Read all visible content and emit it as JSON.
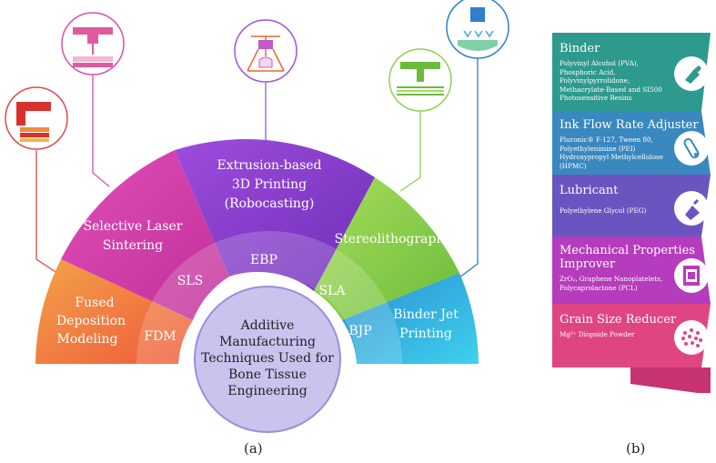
{
  "panel_a": {
    "label": "(a)",
    "center": [
      "Additive",
      "Manufacturing",
      "Techniques Used for",
      "Bone Tissue",
      "Engineering"
    ],
    "outer": {
      "fdm": [
        "Fused",
        "Deposition",
        "Modeling"
      ],
      "sls": [
        "Selective Laser",
        "Sintering"
      ],
      "ebp": [
        "Extrusion-based",
        "3D Printing",
        "(Robocasting)"
      ],
      "sla": [
        "Stereolithography"
      ],
      "bjp": [
        "Binder Jet",
        "Printing"
      ]
    },
    "inner": {
      "fdm": "FDM",
      "sls": "SLS",
      "ebp": "EBP",
      "sla": "SLA",
      "bjp": "BJP"
    },
    "colors": {
      "fdm": "#f08a3c",
      "sls": "#d63fa8",
      "ebp": "#8a3fcf",
      "sla": "#8fd14f",
      "bjp": "#2ea7d6"
    }
  },
  "panel_b": {
    "label": "(b)",
    "items": [
      {
        "title": "Binder",
        "desc": "Polyvinyl Alcohol (PVA), Phosphoric Acid, Polyvinylpyrrolidone, Methacrylate-Based and SI500 Photosensitive Resins",
        "color": "#2e9a8e",
        "icon": "glue-bottle-icon"
      },
      {
        "title": "Ink Flow Rate Adjuster",
        "desc": "Pluronic® F-127, Tween 80, Polyethylenimine (PEI) Hydroxypropyl Methylcellulose (HPMC)",
        "color": "#3a88c0",
        "icon": "test-tube-icon"
      },
      {
        "title": "Lubricant",
        "desc": "Polyethylene Glycol (PEG)",
        "color": "#6a55c0",
        "icon": "oil-can-icon"
      },
      {
        "title": "Mechanical Properties Improver",
        "desc": "ZrO₂, Graphene Nanoplatelets, Polycaprolactone (PCL)",
        "color": "#b53cbc",
        "icon": "press-icon"
      },
      {
        "title": "Grain Size Reducer",
        "desc": "Mg²⁺ Diopside Powder",
        "color": "#e04583",
        "icon": "particles-icon"
      }
    ]
  }
}
